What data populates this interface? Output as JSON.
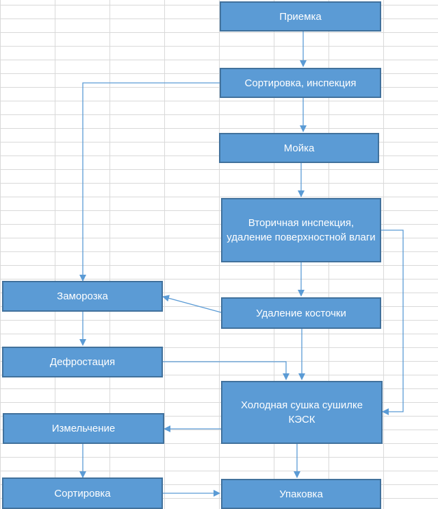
{
  "nodes": {
    "receiving": "Приемка",
    "sorting_inspection": "Сортировка, инспекция",
    "washing": "Мойка",
    "secondary_inspection": "Вторичная инспекция, удаление поверхностной влаги",
    "freezing": "Заморозка",
    "pit_removal": "Удаление косточки",
    "defrosting": "Дефростация",
    "cold_drying": "Холодная сушка сушилке КЭСК",
    "grinding": "Измельчение",
    "sorting": "Сортировка",
    "packaging": "Упаковка"
  },
  "colors": {
    "box_fill": "#5b9bd5",
    "box_border": "#41719c",
    "connector": "#5b9bd5",
    "text": "#ffffff"
  }
}
